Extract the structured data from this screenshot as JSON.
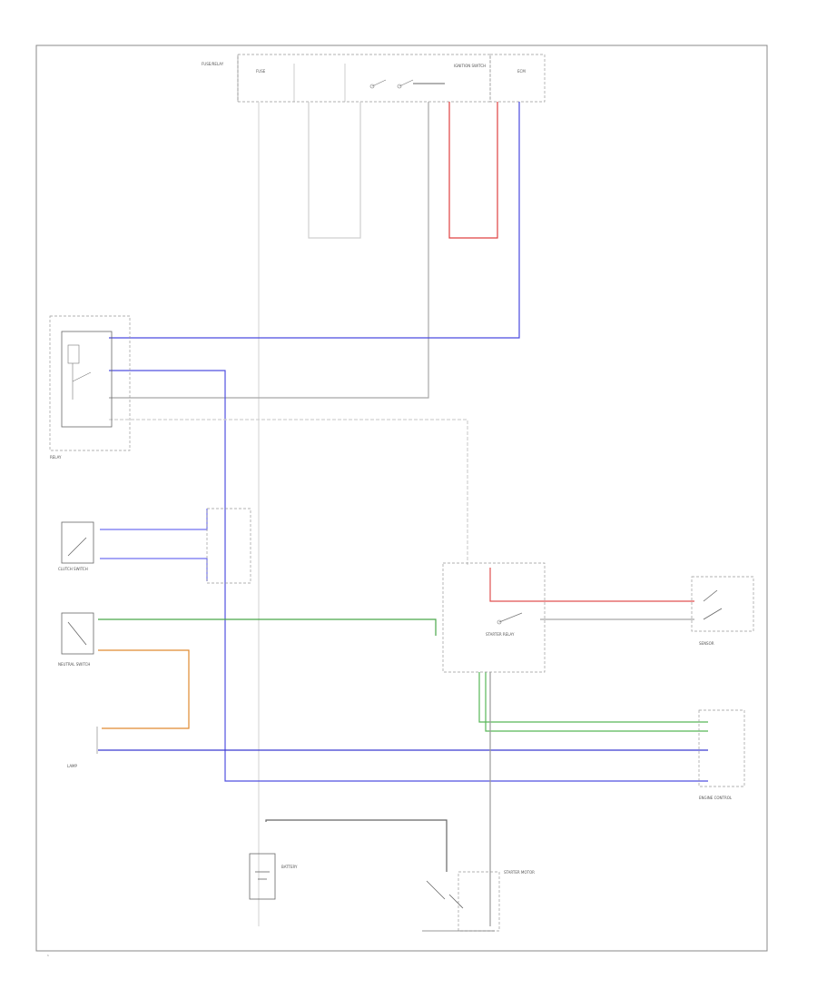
{
  "diagram": {
    "colors": {
      "white": "#d8d8d8",
      "gray": "#9a9a9a",
      "red": "#e04040",
      "blue": "#3a3ad0",
      "purple": "#6a6af0",
      "green": "#48a848",
      "orange": "#e08a30",
      "black": "#444444"
    },
    "labels": {
      "fuse_block": "FUSE/RELAY",
      "top_fuses": "FUSE",
      "ignition_switch": "IGNITION SWITCH",
      "ecm": "ECM",
      "starter_relay": "STARTER RELAY",
      "clutch_switch": "CLUTCH SWITCH",
      "neutral_switch": "NEUTRAL SWITCH",
      "license_lamp": "LAMP",
      "transmission_sensor": "SENSOR",
      "engine_control": "ENGINE CONTROL",
      "battery": "BATTERY",
      "starter_motor": "STARTER MOTOR",
      "page_number": "1"
    }
  }
}
